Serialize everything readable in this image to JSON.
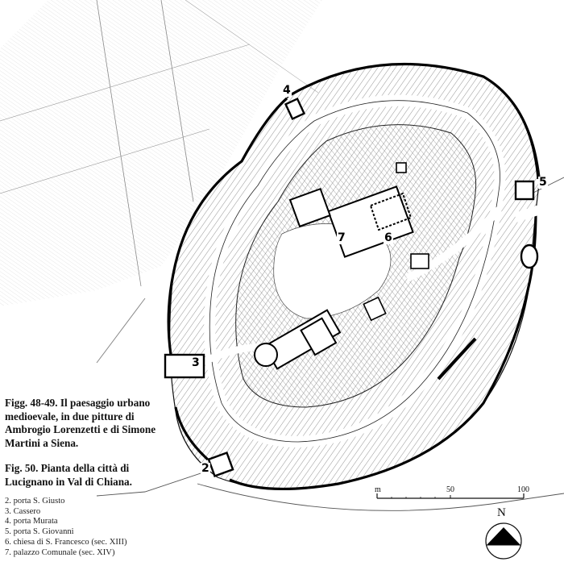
{
  "caption": {
    "figs_48_49": "Figg. 48-49. Il paesaggio urbano medioevale, in due pitture di Ambrogio Lorenzetti e di Simone Martini a Siena.",
    "fig_50": "Fig. 50. Pianta della città di Lucignano in Val di Chiana."
  },
  "legend": [
    "2.  porta S. Giusto",
    "3.  Cassero",
    "4.  porta Murata",
    "5.  porta S. Giovanni",
    "6.  chiesa di S. Francesco (sec. XIII)",
    "7.  palazzo Comunale (sec. XIV)"
  ],
  "markers": [
    "2",
    "3",
    "4",
    "5",
    "6",
    "7"
  ],
  "scale": {
    "unit": "m",
    "ticks": [
      "50",
      "100"
    ]
  },
  "north": "N",
  "colors": {
    "ink": "#111111",
    "hatch": "#555555",
    "paper": "#ffffff"
  }
}
